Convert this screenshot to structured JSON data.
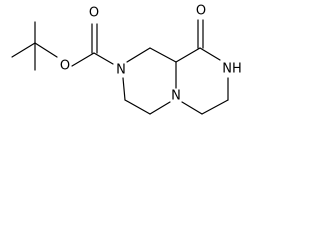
{
  "molecule": {
    "atom_labels": {
      "ester_oxygen": "O",
      "carbonyl_oxygen_ester": "O",
      "carbonyl_oxygen_lactam": "O",
      "carbamate_nitrogen": "N",
      "bridgehead_nitrogen": "N",
      "lactam_nh": "NH"
    }
  }
}
